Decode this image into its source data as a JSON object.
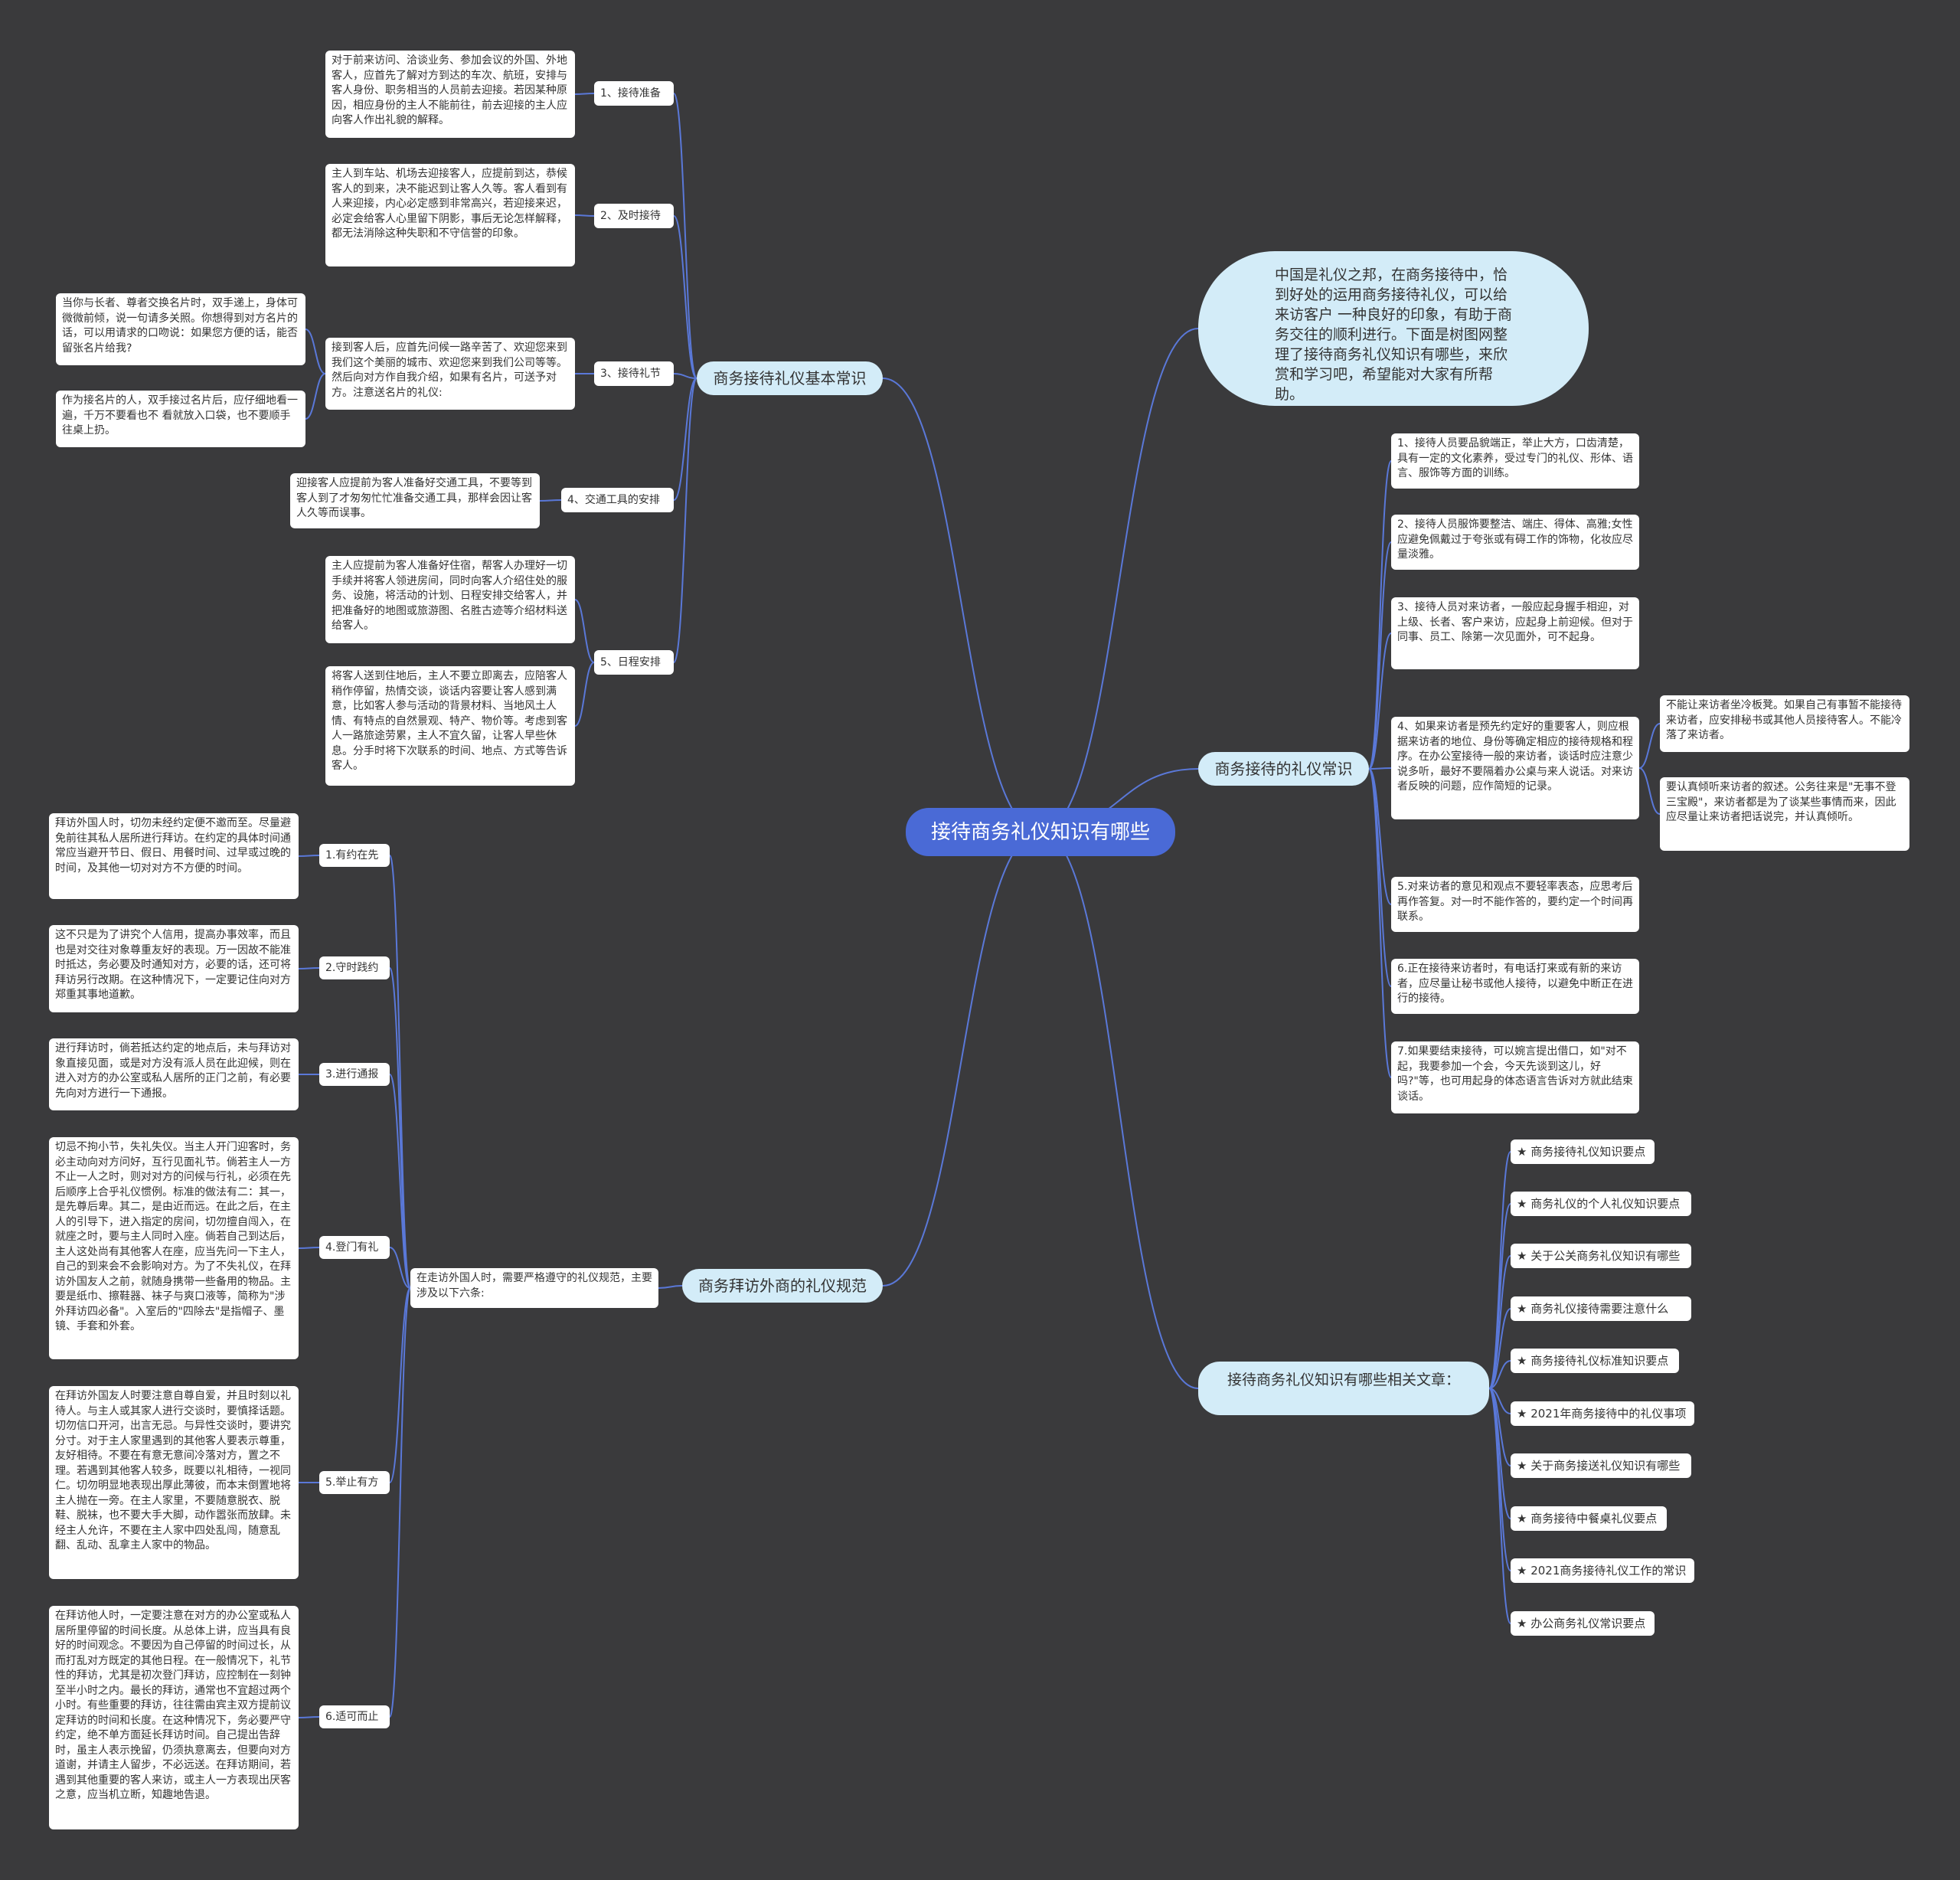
{
  "colors": {
    "background": "#3a3a3c",
    "root": "#4a6ad6",
    "branch": "#d3ecf8",
    "link": "#5a78d8",
    "node": "#ffffff"
  },
  "root": {
    "label": "接待商务礼仪知识有哪些"
  },
  "branches": {
    "basic": "商务接待礼仪基本常识",
    "visit": "商务拜访外商的礼仪规范",
    "courtesy": "商务接待的礼仪常识",
    "related": "接待商务礼仪知识有哪些相关文章："
  },
  "intro": "中国是礼仪之邦，在商务接待中，恰到好处的运用商务接待礼仪，可以给来访客户 一种良好的印象，有助于商务交往的顺利进行。下面是树图网整理了接待商务礼仪知识有哪些，来欣赏和学习吧，希望能对大家有所帮助。",
  "basic": {
    "labels": [
      "1、接待准备",
      "2、及时接待",
      "3、接待礼节",
      "4、交通工具的安排",
      "5、日程安排"
    ],
    "texts": {
      "prep": "对于前来访问、洽谈业务、参加会议的外国、外地客人，应首先了解对方到达的车次、航班，安排与客人身份、职务相当的人员前去迎接。若因某种原因，相应身份的主人不能前往，前去迎接的主人应向客人作出礼貌的解释。",
      "timely": "主人到车站、机场去迎接客人，应提前到达，恭候客人的到来，决不能迟到让客人久等。客人看到有人来迎接，内心必定感到非常高兴，若迎接来迟，必定会给客人心里留下阴影，事后无论怎样解释，都无法消除这种失职和不守信誉的印象。",
      "etiquette": "接到客人后，应首先问候一路辛苦了、欢迎您来到我们这个美丽的城市、欢迎您来到我们公司等等。然后向对方作自我介绍，如果有名片，可送予对方。注意送名片的礼仪:",
      "card1": "当你与长者、尊者交换名片时，双手递上，身体可微微前倾，说一句请多关照。你想得到对方名片的话，可以用请求的口吻说：如果您方便的话，能否留张名片给我?",
      "card2": "作为接名片的人，双手接过名片后，应仔细地看一遍，千万不要看也不 看就放入口袋，也不要顺手往桌上扔。",
      "transport": "迎接客人应提前为客人准备好交通工具，不要等到客人到了才匆匆忙忙准备交通工具，那样会因让客人久等而误事。",
      "schedule1": "主人应提前为客人准备好住宿，帮客人办理好一切手续并将客人领进房间，同时向客人介绍住处的服务、设施，将活动的计划、日程安排交给客人，并把准备好的地图或旅游图、名胜古迹等介绍材料送给客人。",
      "schedule2": "将客人送到住地后，主人不要立即离去，应陪客人稍作停留，热情交谈，谈话内容要让客人感到满意，比如客人参与活动的背景材料、当地风土人情、有特点的自然景观、特产、物价等。考虑到客人一路旅途劳累，主人不宜久留，让客人早些休息。分手时将下次联系的时间、地点、方式等告诉客人。"
    }
  },
  "visit": {
    "intro": "在走访外国人时，需要严格遵守的礼仪规范，主要涉及以下六条:",
    "items": [
      {
        "label": "1.有约在先",
        "text": "拜访外国人时，切勿未经约定便不邀而至。尽量避免前往其私人居所进行拜访。在约定的具体时间通常应当避开节日、假日、用餐时间、过早或过晚的时间，及其他一切对对方不方便的时间。"
      },
      {
        "label": "2.守时践约",
        "text": "这不只是为了讲究个人信用，提高办事效率，而且也是对交往对象尊重友好的表现。万一因故不能准时抵达，务必要及时通知对方，必要的话，还可将拜访另行改期。在这种情况下，一定要记住向对方郑重其事地道歉。"
      },
      {
        "label": "3.进行通报",
        "text": "进行拜访时，倘若抵达约定的地点后，未与拜访对象直接见面，或是对方没有派人员在此迎候，则在进入对方的办公室或私人居所的正门之前，有必要先向对方进行一下通报。"
      },
      {
        "label": "4.登门有礼",
        "text": "切忌不拘小节，失礼失仪。当主人开门迎客时，务必主动向对方问好，互行见面礼节。倘若主人一方不止一人之时，则对对方的问候与行礼，必须在先后顺序上合乎礼仪惯例。标准的做法有二：其一，是先尊后卑。其二，是由近而远。在此之后，在主人的引导下，进入指定的房间，切勿擅自闯入，在就座之时，要与主人同时入座。倘若自己到达后，主人这处尚有其他客人在座，应当先问一下主人，自己的到来会不会影响对方。为了不失礼仪，在拜访外国友人之前，就随身携带一些备用的物品。主要是纸巾、擦鞋器、袜子与爽口液等，简称为\"涉外拜访四必备\"。入室后的\"四除去\"是指帽子、墨镜、手套和外套。"
      },
      {
        "label": "5.举止有方",
        "text": "在拜访外国友人时要注意自尊自爱，并且时刻以礼待人。与主人或其家人进行交谈时，要慎择话题。切勿信口开河，出言无忌。与异性交谈时，要讲究分寸。对于主人家里遇到的其他客人要表示尊重，友好相待。不要在有意无意间冷落对方，置之不理。若遇到其他客人较多，既要以礼相待，一视同仁。切勿明显地表现出厚此薄彼，而本末倒置地将主人抛在一旁。在主人家里，不要随意脱衣、脱鞋、脱袜，也不要大手大脚，动作嚣张而放肆。未经主人允许，不要在主人家中四处乱闯，随意乱翻、乱动、乱拿主人家中的物品。"
      },
      {
        "label": "6.适可而止",
        "text": "在拜访他人时，一定要注意在对方的办公室或私人居所里停留的时间长度。从总体上讲，应当具有良好的时间观念。不要因为自己停留的时间过长，从而打乱对方既定的其他日程。在一般情况下，礼节性的拜访，尤其是初次登门拜访，应控制在一刻钟至半小时之内。最长的拜访，通常也不宜超过两个小时。有些重要的拜访，往往需由宾主双方提前议定拜访的时间和长度。在这种情况下，务必要严守约定，绝不单方面延长拜访时间。自己提出告辞时，虽主人表示挽留，仍须执意离去，但要向对方道谢，并请主人留步，不必远送。在拜访期间，若遇到其他重要的客人来访，或主人一方表现出厌客之意，应当机立断，知趣地告退。"
      }
    ]
  },
  "courtesy": {
    "items": [
      "1、接待人员要品貌端正，举止大方，口齿清楚，具有一定的文化素养，受过专门的礼仪、形体、语言、服饰等方面的训练。",
      "2、接待人员服饰要整洁、端庄、得体、高雅;女性应避免佩戴过于夸张或有碍工作的饰物，化妆应尽量淡雅。",
      "3、接待人员对来访者，一般应起身握手相迎，对上级、长者、客户来访，应起身上前迎候。但对于同事、员工、除第一次见面外，可不起身。",
      "4、如果来访者是预先约定好的重要客人，则应根据来访者的地位、身份等确定相应的接待规格和程序。在办公室接待一般的来访者，谈话时应注意少说多听，最好不要隔着办公桌与来人说话。对来访者反映的问题，应作简短的记录。",
      "5.对来访者的意见和观点不要轻率表态，应思考后再作答复。对一时不能作答的，要约定一个时间再联系。",
      "6.正在接待来访者时，有电话打来或有新的来访者，应尽量让秘书或他人接待，以避免中断正在进行的接待。",
      "7.如果要结束接待，可以婉言提出借口，如\"对不起，我要参加一个会，今天先谈到这儿，好吗?\"等，也可用起身的体态语言告诉对方就此结束谈话。"
    ],
    "sub": [
      "不能让来访者坐冷板凳。如果自己有事暂不能接待来访者，应安排秘书或其他人员接待客人。不能冷落了来访者。",
      "要认真倾听来访者的叙述。公务往来是\"无事不登三宝殿\"，来访者都是为了谈某些事情而来，因此应尽量让来访者把话说完，并认真倾听。"
    ]
  },
  "related": {
    "items": [
      "★ 商务接待礼仪知识要点",
      "★ 商务礼仪的个人礼仪知识要点",
      "★ 关于公关商务礼仪知识有哪些",
      "★ 商务礼仪接待需要注意什么",
      "★ 商务接待礼仪标准知识要点",
      "★ 2021年商务接待中的礼仪事项",
      "★ 关于商务接送礼仪知识有哪些",
      "★ 商务接待中餐桌礼仪要点",
      "★ 2021商务接待礼仪工作的常识",
      "★ 办公商务礼仪常识要点"
    ]
  }
}
